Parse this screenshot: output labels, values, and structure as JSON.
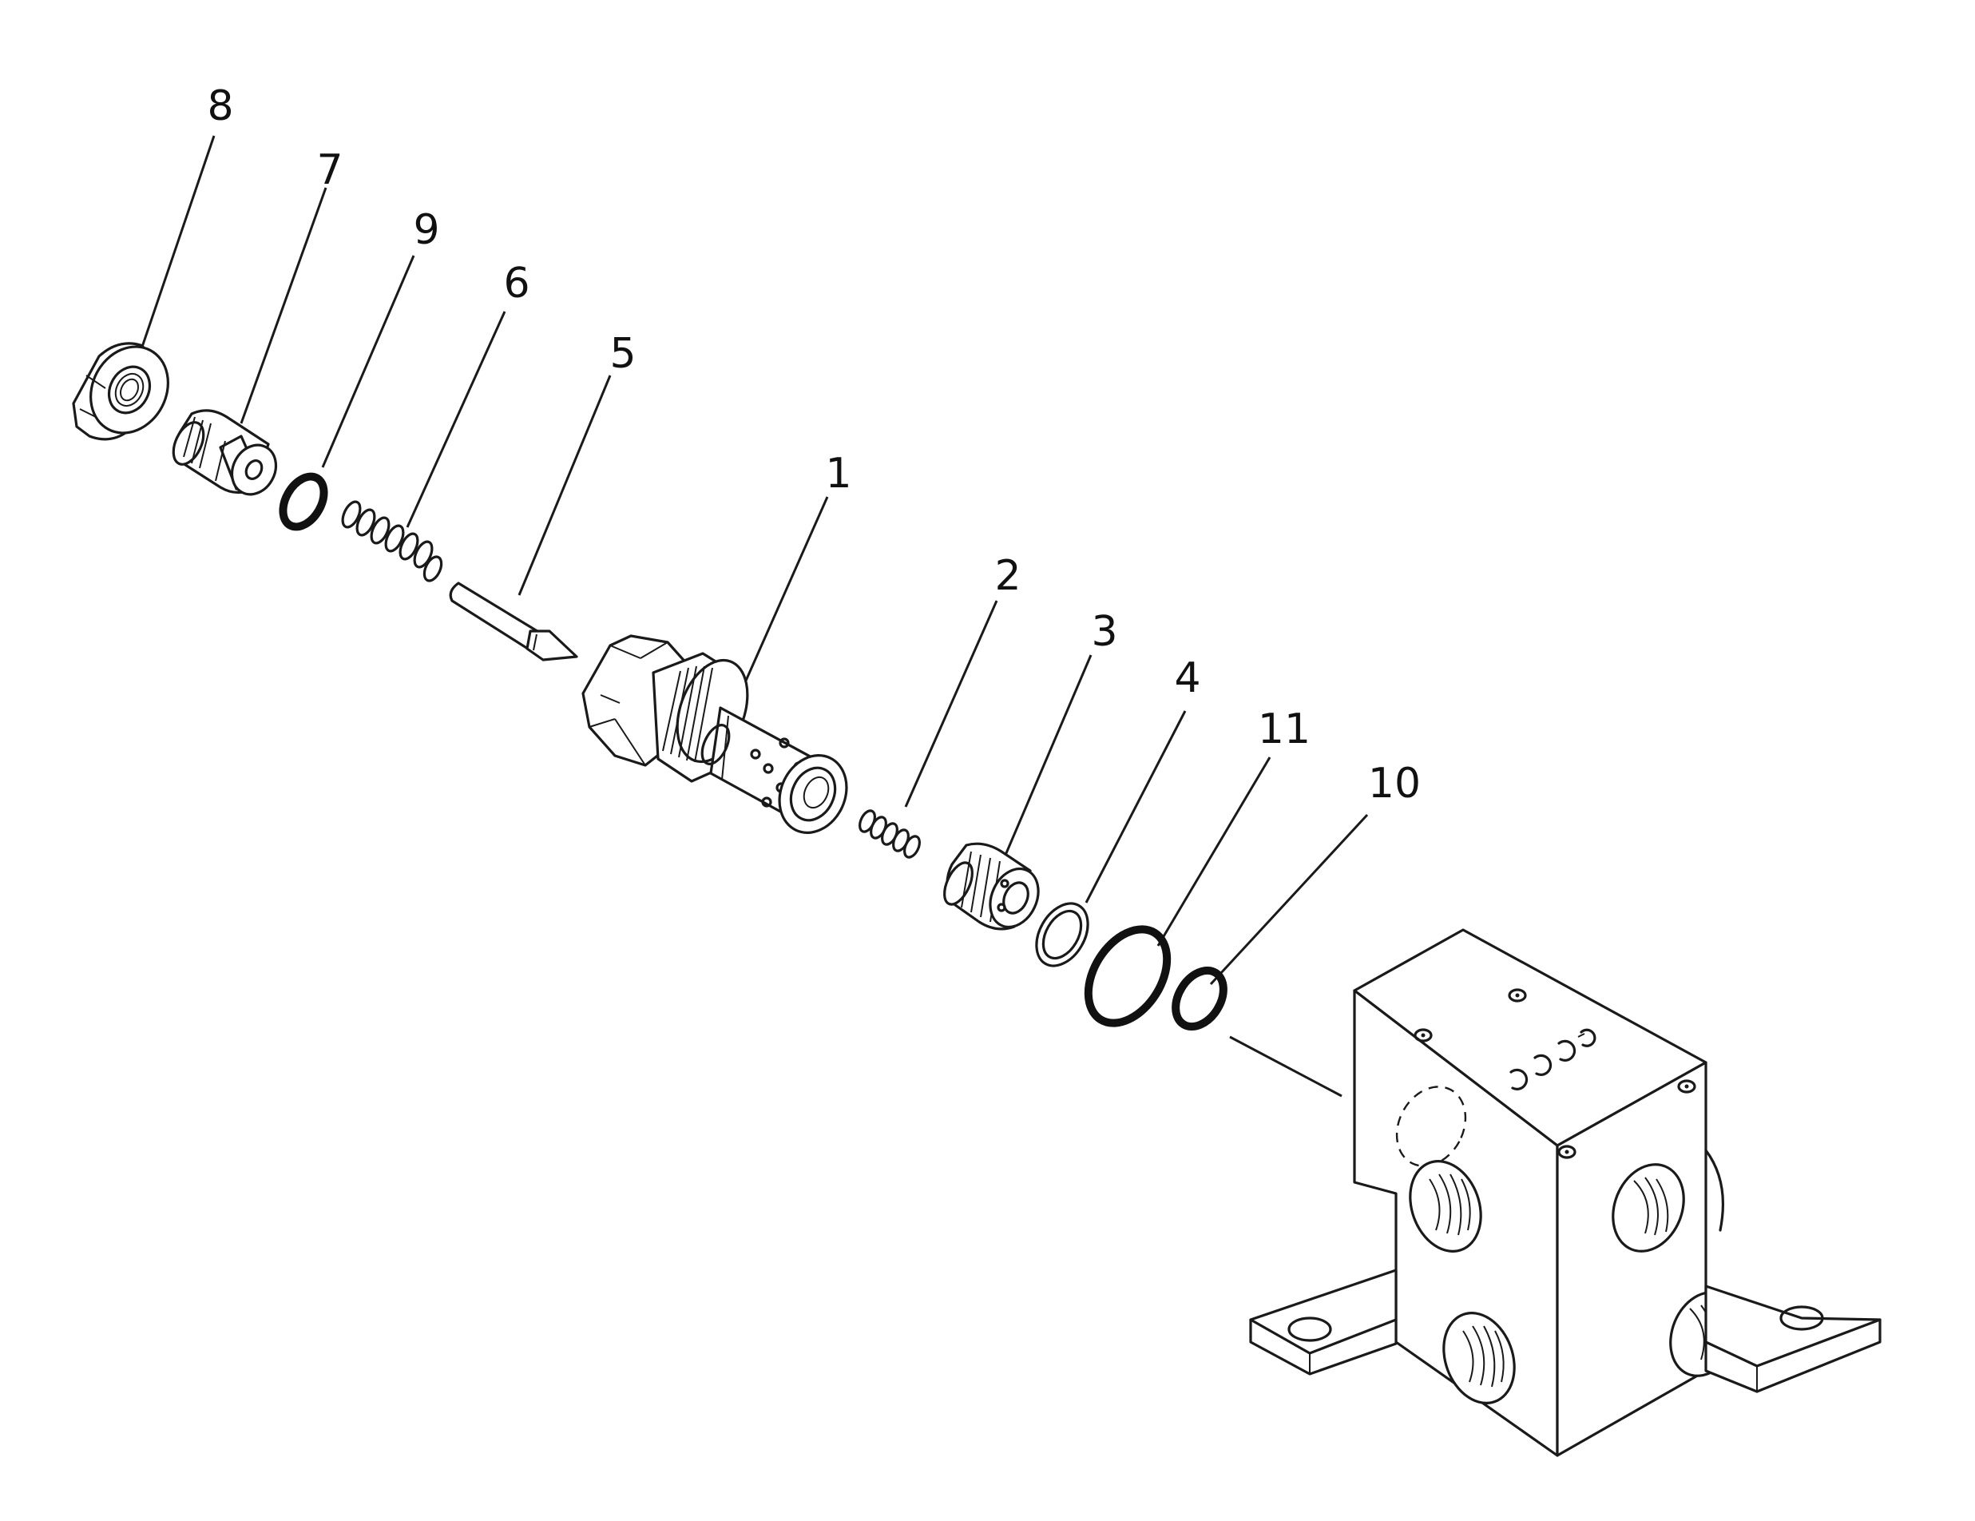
{
  "diagram": {
    "part_labels": [
      "8",
      "7",
      "9",
      "6",
      "5",
      "1",
      "2",
      "3",
      "4",
      "11",
      "10"
    ]
  }
}
